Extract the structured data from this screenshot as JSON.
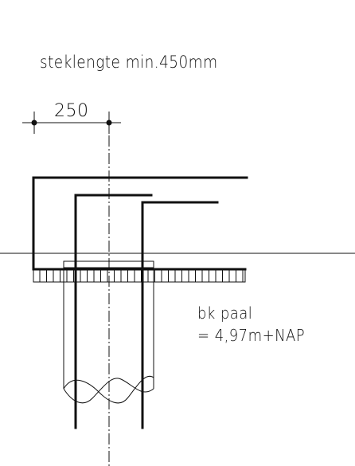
{
  "labels": {
    "steklengte": "steklengte min.450mm",
    "dimension": "250",
    "bk_paal": "bk paal",
    "nap_level": "= 4,97m+NAP"
  },
  "colors": {
    "line": "#111111",
    "background": "#ffffff"
  }
}
